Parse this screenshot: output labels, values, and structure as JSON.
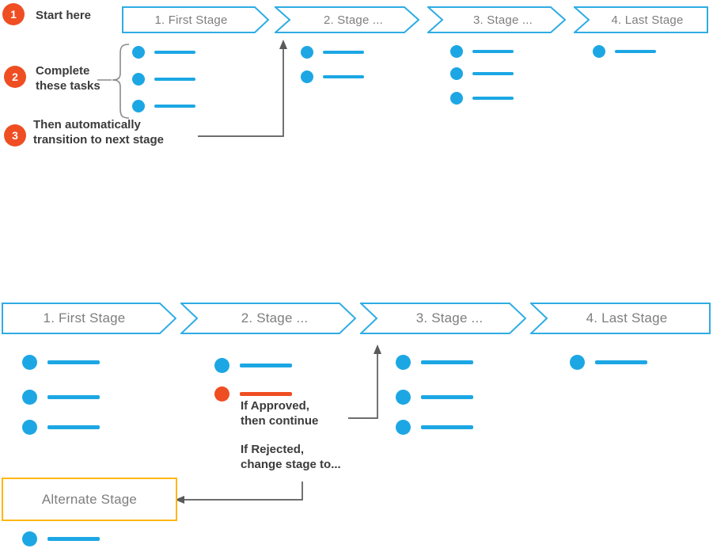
{
  "colors": {
    "blue": "#1CA7E4",
    "chevron_border": "#2FACE4",
    "orange": "#EF4E22",
    "amber": "#FFB612",
    "stage_text": "#7E7E7E",
    "dark_text": "#3B3B3B",
    "arrow_gray": "#5A5A5A"
  },
  "annotations": {
    "step1": {
      "number": "1",
      "label": "Start here"
    },
    "step2": {
      "number": "2",
      "label": "Complete\nthese tasks"
    },
    "step3": {
      "number": "3",
      "label": "Then automatically\ntransition to next stage"
    }
  },
  "top_flow": {
    "stages": [
      {
        "label": "1. First Stage",
        "task_count": 3
      },
      {
        "label": "2. Stage ...",
        "task_count": 2
      },
      {
        "label": "3. Stage ...",
        "task_count": 3
      },
      {
        "label": "4. Last Stage",
        "task_count": 1
      }
    ]
  },
  "bottom_flow": {
    "stages": [
      {
        "label": "1. First Stage",
        "task_count": 3
      },
      {
        "label": "2. Stage ...",
        "task_count": 2
      },
      {
        "label": "3. Stage ...",
        "task_count": 3
      },
      {
        "label": "4. Last Stage",
        "task_count": 1
      }
    ],
    "approved_note": "If Approved,\nthen continue",
    "rejected_note": "If Rejected,\nchange stage to...",
    "alternate_stage": {
      "label": "Alternate Stage",
      "task_count": 1
    }
  }
}
